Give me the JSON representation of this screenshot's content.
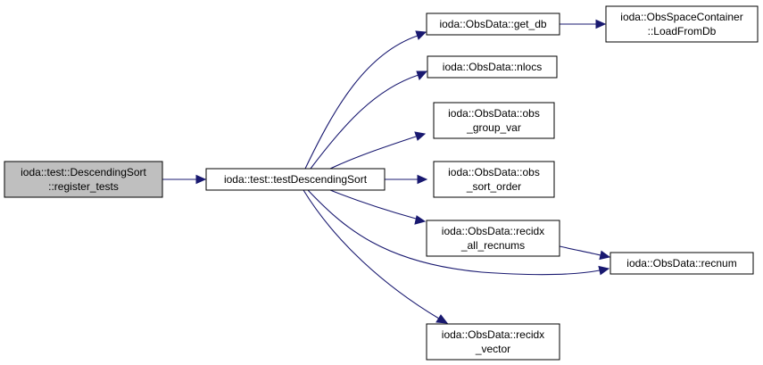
{
  "colors": {
    "node_fill": "#ffffff",
    "node_fill_selected": "#bfbfbf",
    "node_border": "#000000",
    "edge": "#191970"
  },
  "nodes": {
    "register_tests": {
      "lines": [
        "ioda::test::DescendingSort",
        "::register_tests"
      ],
      "selected": true
    },
    "testDescendingSort": {
      "lines": [
        "ioda::test::testDescendingSort"
      ]
    },
    "get_db": {
      "lines": [
        "ioda::ObsData::get_db"
      ]
    },
    "load_from_db": {
      "lines": [
        "ioda::ObsSpaceContainer",
        "::LoadFromDb"
      ]
    },
    "nlocs": {
      "lines": [
        "ioda::ObsData::nlocs"
      ]
    },
    "obs_group_var": {
      "lines": [
        "ioda::ObsData::obs",
        "_group_var"
      ]
    },
    "obs_sort_order": {
      "lines": [
        "ioda::ObsData::obs",
        "_sort_order"
      ]
    },
    "recidx_all_recnums": {
      "lines": [
        "ioda::ObsData::recidx",
        "_all_recnums"
      ]
    },
    "recnum": {
      "lines": [
        "ioda::ObsData::recnum"
      ]
    },
    "recidx_vector": {
      "lines": [
        "ioda::ObsData::recidx",
        "_vector"
      ]
    }
  },
  "edges": [
    [
      "register_tests",
      "testDescendingSort"
    ],
    [
      "testDescendingSort",
      "get_db"
    ],
    [
      "get_db",
      "load_from_db"
    ],
    [
      "testDescendingSort",
      "nlocs"
    ],
    [
      "testDescendingSort",
      "obs_group_var"
    ],
    [
      "testDescendingSort",
      "obs_sort_order"
    ],
    [
      "testDescendingSort",
      "recidx_all_recnums"
    ],
    [
      "recidx_all_recnums",
      "recnum"
    ],
    [
      "testDescendingSort",
      "recnum"
    ],
    [
      "testDescendingSort",
      "recidx_vector"
    ]
  ]
}
